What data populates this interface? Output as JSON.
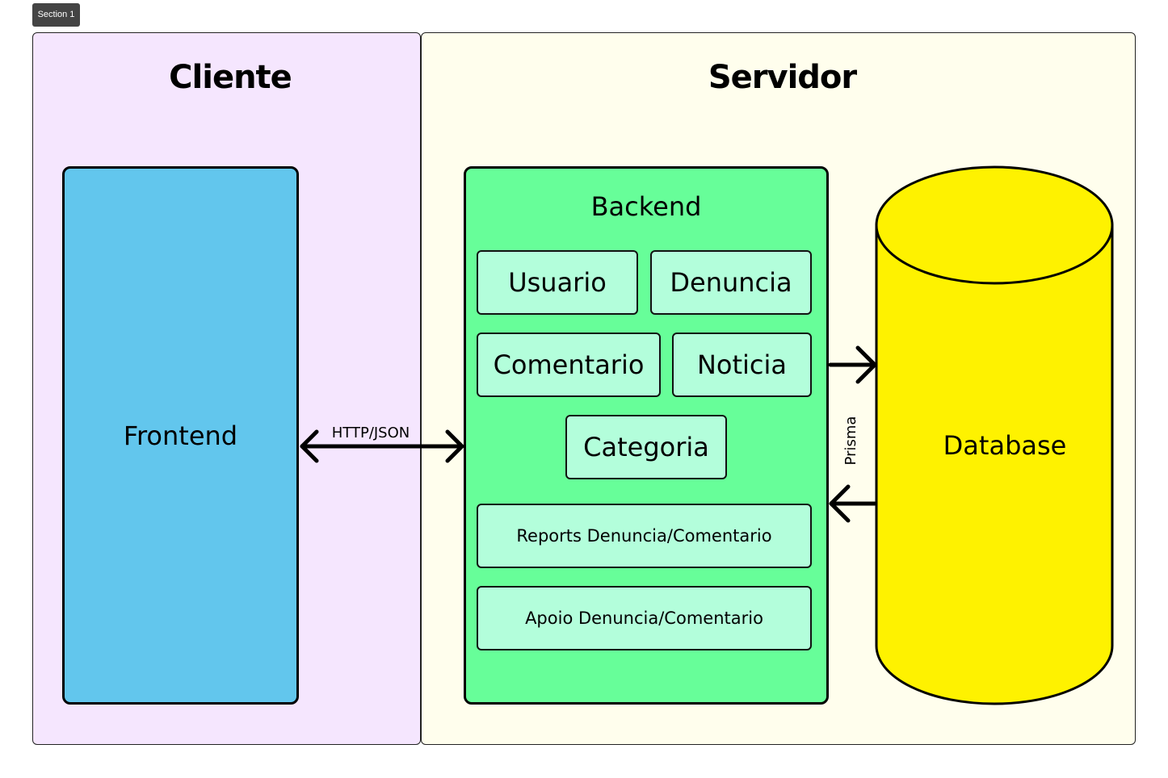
{
  "section_tag": "Section 1",
  "panels": {
    "cliente": {
      "title": "Cliente"
    },
    "servidor": {
      "title": "Servidor"
    }
  },
  "frontend": {
    "label": "Frontend"
  },
  "backend": {
    "title": "Backend",
    "modules": [
      "Usuario",
      "Denuncia",
      "Comentario",
      "Noticia",
      "Categoria",
      "Reports Denuncia/Comentario",
      "Apoio Denuncia/Comentario"
    ]
  },
  "database": {
    "label": "Database"
  },
  "edges": {
    "http": "HTTP/JSON",
    "prisma": "Prisma"
  },
  "colors": {
    "cliente_bg": "#f5e6fe",
    "servidor_bg": "#fffeed",
    "frontend": "#62c6ed",
    "backend": "#67fe99",
    "module": "#b3fedb",
    "database": "#fef200"
  }
}
